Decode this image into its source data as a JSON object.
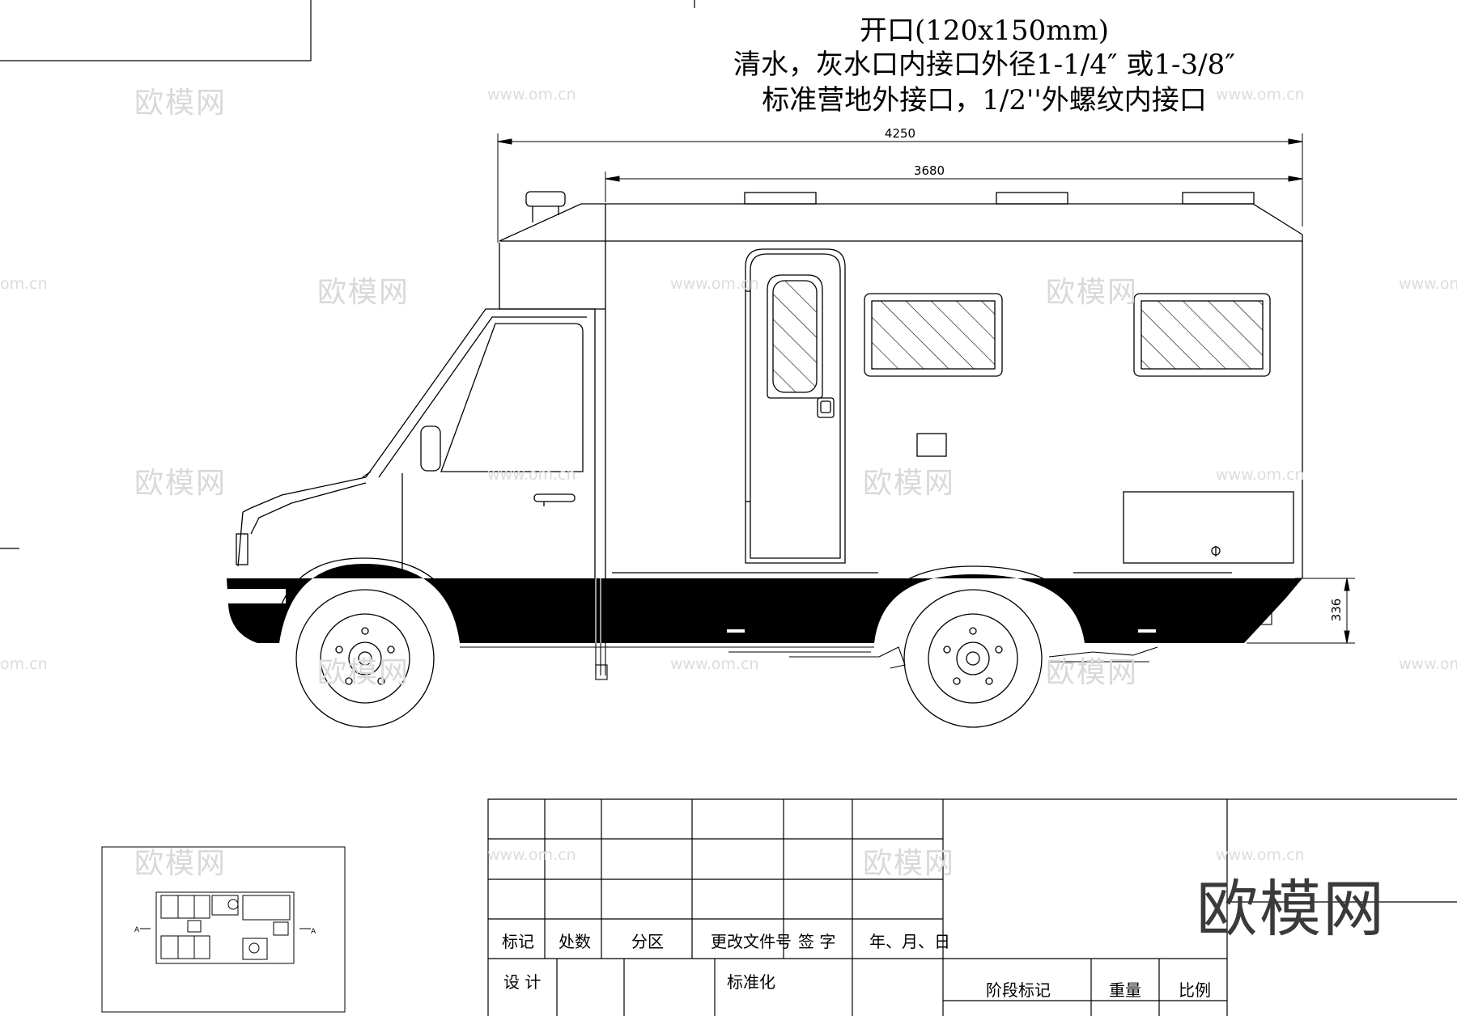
{
  "notes": {
    "line1": "开口(120x150mm)",
    "line2": "清水，灰水口内接口外径1-1/4″ 或1-3/8″",
    "line3": "标准营地外接口，1/2''外螺纹内接口"
  },
  "dimensions": {
    "overall_length": "4250",
    "box_length": "3680",
    "skirt_height": "336"
  },
  "title_block": {
    "mark": "标记",
    "count": "处数",
    "zone": "分区",
    "change_doc": "更改文件号",
    "signature": "签 字",
    "date": "年、月、日",
    "design": "设 计",
    "standardize": "标准化",
    "stage_mark": "阶段标记",
    "weight": "重量",
    "scale": "比例"
  },
  "brand": "欧模网",
  "watermark": {
    "text": "欧模网",
    "url": "www.om.cn",
    "url_short": "om.cn"
  },
  "colors": {
    "line": "#000000",
    "background": "#ffffff",
    "watermark": "#d9d9d9"
  }
}
